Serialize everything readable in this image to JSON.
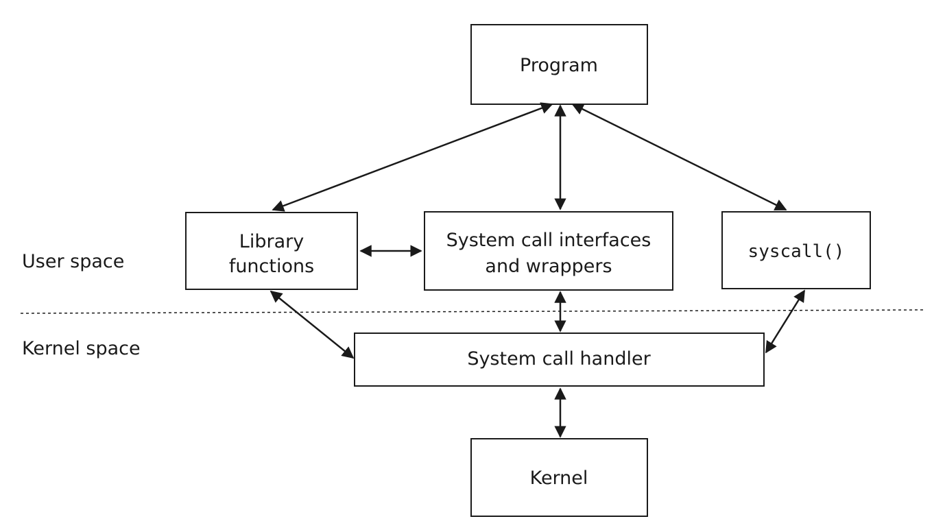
{
  "regions": {
    "user_space": "User space",
    "kernel_space": "Kernel space"
  },
  "nodes": {
    "program": "Program",
    "library_line1": "Library",
    "library_line2": "functions",
    "syscall_if_line1": "System call interfaces",
    "syscall_if_line2": "and wrappers",
    "syscall_fn": "syscall()",
    "handler": "System call handler",
    "kernel": "Kernel"
  },
  "colors": {
    "stroke": "#1a1a1a",
    "background": "#ffffff"
  }
}
